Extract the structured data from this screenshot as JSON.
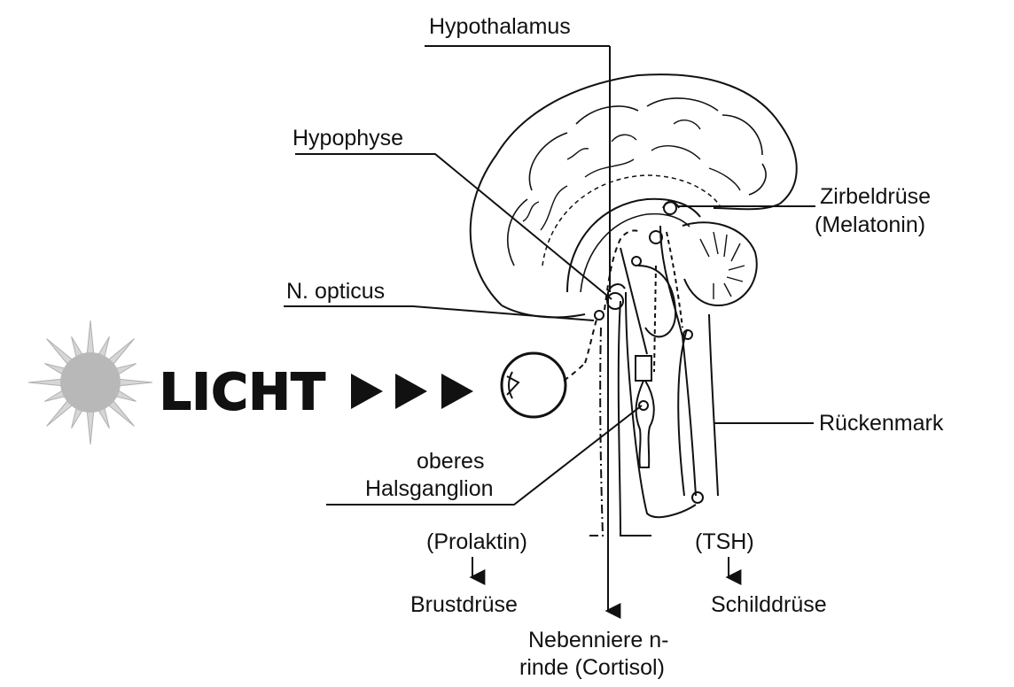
{
  "labels": {
    "hypothalamus": "Hypothalamus",
    "hypophyse": "Hypophyse",
    "zirbel_1": "Zirbeldrüse",
    "zirbel_2": "(Melatonin)",
    "n_opticus": "N. opticus",
    "licht": "LICHT",
    "ruecken": "Rückenmark",
    "obere_1": "oberes",
    "obere_2": "Halsganglion",
    "prolaktin": "(Prolaktin)",
    "tsh": "(TSH)",
    "brust": "Brustdrüse",
    "schild": "Schilddrüse",
    "neben_1": "Nebenniere n-",
    "neben_2": "rinde (Cortisol)"
  },
  "colors": {
    "ink": "#111111",
    "sun": "#b8b8b8",
    "background": "#ffffff"
  },
  "icons": [
    "sun-icon",
    "arrow-right-icon",
    "eye-icon",
    "brain-illustration"
  ]
}
